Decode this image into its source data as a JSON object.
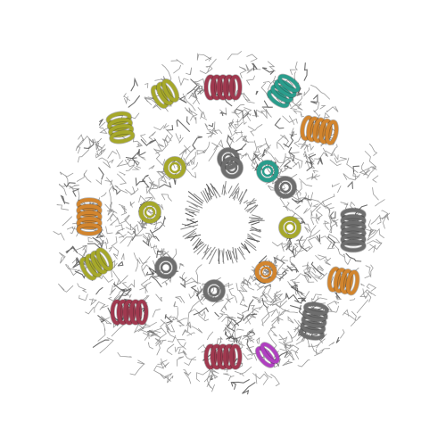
{
  "scene": {
    "subject": "protein-ring-structure",
    "background": "#ffffff",
    "stick_color": "#8a8a8a",
    "stick_dark": "#555555",
    "helix_colors": {
      "maroon": "#a0394f",
      "olive": "#a6a82a",
      "teal": "#2a9d8c",
      "orange": "#d2852e",
      "gray": "#6e6e6e",
      "magenta": "#b040c0"
    },
    "outer_helices": [
      {
        "id": "helix-maroon-top",
        "color": "maroon"
      },
      {
        "id": "helix-teal-top-right",
        "color": "teal"
      },
      {
        "id": "helix-orange-right-upper",
        "color": "orange"
      },
      {
        "id": "helix-gray-right",
        "color": "gray"
      },
      {
        "id": "helix-orange-right-lower",
        "color": "orange"
      },
      {
        "id": "helix-gray-bottom-right",
        "color": "gray"
      },
      {
        "id": "helix-maroon-bottom",
        "color": "maroon"
      },
      {
        "id": "helix-magenta-bottom",
        "color": "magenta"
      },
      {
        "id": "helix-maroon-bottom-left",
        "color": "maroon"
      },
      {
        "id": "helix-olive-left-lower",
        "color": "olive"
      },
      {
        "id": "helix-orange-left",
        "color": "orange"
      },
      {
        "id": "helix-olive-left-upper",
        "color": "olive"
      },
      {
        "id": "helix-olive-top-left",
        "color": "olive"
      }
    ],
    "inner_helices": [
      {
        "id": "inner-olive-1",
        "color": "olive"
      },
      {
        "id": "inner-olive-2",
        "color": "olive"
      },
      {
        "id": "inner-gray-1",
        "color": "gray"
      },
      {
        "id": "inner-teal-1",
        "color": "teal"
      },
      {
        "id": "inner-gray-2",
        "color": "gray"
      },
      {
        "id": "inner-olive-3",
        "color": "olive"
      },
      {
        "id": "inner-orange-1",
        "color": "orange"
      },
      {
        "id": "inner-gray-3",
        "color": "gray"
      },
      {
        "id": "inner-gray-4",
        "color": "gray"
      },
      {
        "id": "inner-gray-5",
        "color": "gray"
      }
    ]
  }
}
